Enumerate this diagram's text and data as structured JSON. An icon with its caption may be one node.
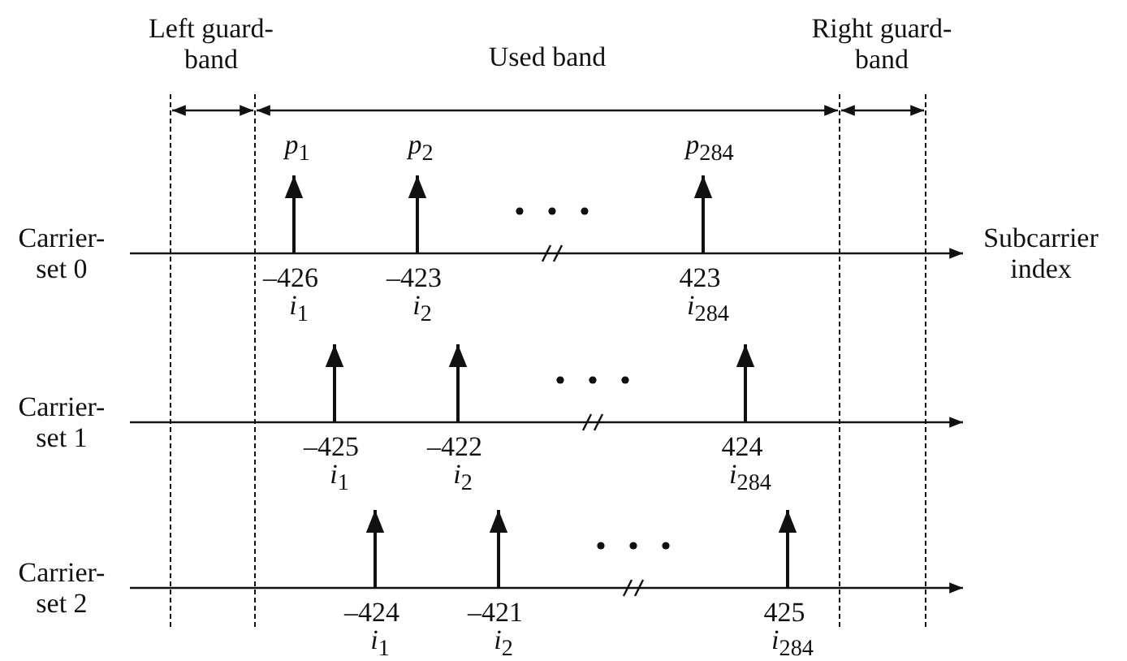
{
  "diagram": {
    "labels": [
      "Left guard-band",
      "Used band",
      "Right guard-band",
      "*p*$_{1}$",
      "*p*$_{2}$",
      "*p*$_{284}$",
      "Carrier-set 0",
      "Subcarrier index",
      "–426",
      "–423",
      "423",
      "*i*$_{1}$",
      "*i*$_{2}$",
      "*i*$_{284}$",
      "Carrier-set 1",
      "–425",
      "–422",
      "424",
      "*i*$_{1}$",
      "*i*$_{2}$",
      "*i*$_{284}$",
      "Carrier-set 2",
      "–424",
      "–421",
      "425",
      "*i*$_{1}$",
      "*i*$_{2}$",
      "*i*$_{284}$"
    ]
  }
}
